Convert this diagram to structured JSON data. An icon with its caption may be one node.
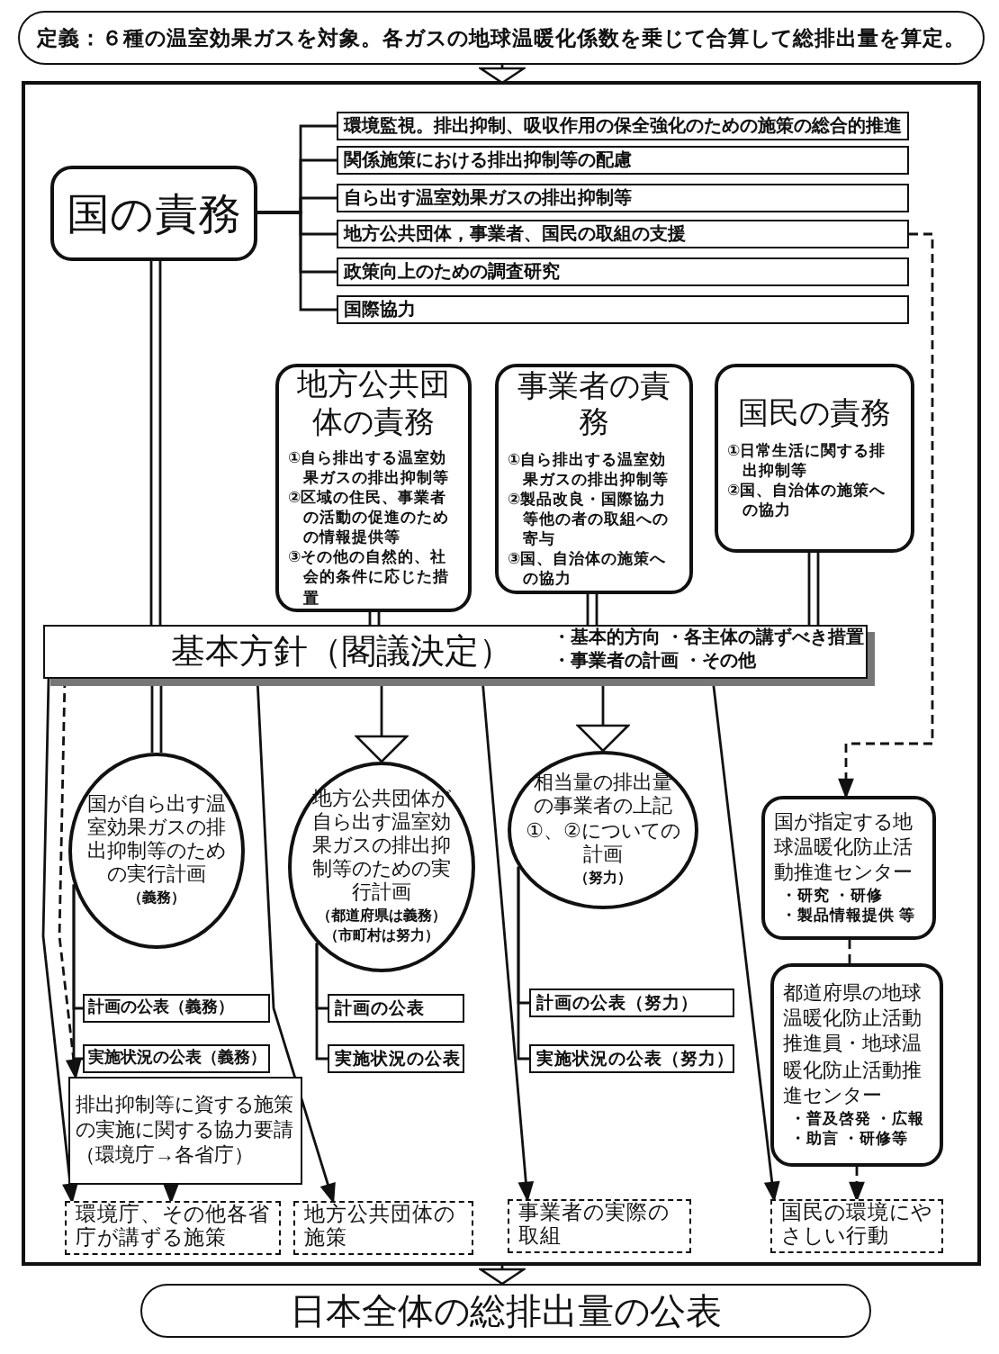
{
  "diagram": {
    "nodes": [
      {
        "text": [
          "定義：６種の温室効果ガスを対象。各ガスの地球温暖化係数を乗じて合算して総排出量を算定。"
        ]
      },
      {
        "text": [],
        "shape": "box"
      },
      {
        "text": [
          "国の責務"
        ],
        "in": 1
      },
      {
        "text": [
          "環境監視。排出抑制、吸収作用の保全強化のための施策の総合的推進"
        ],
        "in": 1
      },
      {
        "text": [
          "関係施策における排出抑制等の配慮"
        ],
        "in": 1
      },
      {
        "text": [
          "自ら出す温室効果ガスの排出抑制等"
        ],
        "in": 1
      },
      {
        "text": [
          "地方公共団体，事業者、国民の取組の支援"
        ],
        "in": 1
      },
      {
        "text": [
          "政策向上のための調査研究"
        ],
        "in": 1
      },
      {
        "text": [
          "国際協力"
        ],
        "in": 1
      },
      {
        "text": [
          "地方公共団体の責務",
          "①自ら排出する温室効果ガスの排出抑制等",
          "②区域の住民、事業者の活動の促進のための情報提供等",
          "③その他の自然的、社会的条件に応じた措置"
        ],
        "in": 1
      },
      {
        "text": [
          "事業者の責務",
          "①自ら排出する温室効果ガスの排出抑制等",
          "②製品改良・国際協力等他の者の取組への寄与",
          "③国、自治体の施策への協力"
        ],
        "in": 1
      },
      {
        "text": [
          "国民の責務",
          "①日常生活に関する排出抑制等",
          "②国、自治体の施策への協力"
        ],
        "in": 1
      },
      {
        "text": [
          "基本方針（閣議決定）",
          "・基本的方向 ・各主体の講ずべき措置",
          "・事業者の計画 ・その他"
        ],
        "in": 1
      },
      {
        "text": [
          "国が自ら出す温室効果ガスの排出抑制等のための実行計画",
          "（義務）"
        ],
        "in": 1
      },
      {
        "text": [
          "地方公共団体が自ら出す温室効果ガスの排出抑制等のための実行計画",
          "（都道府県は義務）（市町村は努力）"
        ],
        "in": 1
      },
      {
        "text": [
          "相当量の排出量の事業者の上記①、②についての計画",
          "（努力）"
        ],
        "in": 1
      },
      {
        "text": [
          "国が指定する地球温暖化防止活動推進センター",
          "・研究 ・研修",
          "・製品情報提供 等"
        ],
        "in": 1
      },
      {
        "text": [
          "都道府県の地球温暖化防止活動推進員・地球温暖化防止活動推進センター",
          "・普及啓発 ・広報",
          "・助言 ・研修等"
        ],
        "in": 1
      },
      {
        "text": [
          "計画の公表（義務）"
        ],
        "in": 1
      },
      {
        "text": [
          "実施状況の公表（義務）"
        ],
        "in": 1
      },
      {
        "text": [
          "計画の公表"
        ],
        "in": 1
      },
      {
        "text": [
          "実施状況の公表"
        ],
        "in": 1
      },
      {
        "text": [
          "計画の公表（努力）"
        ],
        "in": 1
      },
      {
        "text": [
          "実施状況の公表（努力）"
        ],
        "in": 1
      },
      {
        "text": [
          "排出抑制等に資する施策の実施に関する協力要請（環境庁→各省庁）"
        ],
        "in": 1
      },
      {
        "text": [
          "環境庁、その他各省庁が講ずる施策"
        ],
        "in": 1
      },
      {
        "text": [
          "地方公共団体の施策"
        ],
        "in": 1
      },
      {
        "text": [
          "事業者の実際の取組"
        ],
        "in": 1
      },
      {
        "text": [
          "国民の環境にやさしい行動"
        ],
        "in": 1
      },
      {
        "text": [
          "日本全体の総排出量の公表"
        ]
      }
    ],
    "edges": [
      {
        "from": 0,
        "to": 1,
        "arrow": "to"
      },
      {
        "from": 2,
        "to": 3,
        "arrow": "none"
      },
      {
        "from": 2,
        "to": 4,
        "arrow": "none"
      },
      {
        "from": 2,
        "to": 5,
        "arrow": "none"
      },
      {
        "from": 2,
        "to": 6,
        "arrow": "none"
      },
      {
        "from": 2,
        "to": 7,
        "arrow": "none"
      },
      {
        "from": 2,
        "to": 8,
        "arrow": "none"
      },
      {
        "from": 2,
        "to": 12,
        "arrow": "none"
      },
      {
        "from": 9,
        "to": 12,
        "arrow": "none"
      },
      {
        "from": 10,
        "to": 12,
        "arrow": "none"
      },
      {
        "from": 11,
        "to": 12,
        "arrow": "none"
      },
      {
        "from": 6,
        "to": 16,
        "arrow": "to",
        "style": "dashed"
      },
      {
        "from": 12,
        "to": 13,
        "arrow": "none"
      },
      {
        "from": 12,
        "to": 14,
        "arrow": "to"
      },
      {
        "from": 12,
        "to": 15,
        "arrow": "to"
      },
      {
        "from": 12,
        "to": 24,
        "arrow": "to",
        "style": "dashed"
      },
      {
        "from": 12,
        "to": 25,
        "arrow": "to"
      },
      {
        "from": 12,
        "to": 26,
        "arrow": "to"
      },
      {
        "from": 12,
        "to": 27,
        "arrow": "to"
      },
      {
        "from": 12,
        "to": 28,
        "arrow": "to"
      },
      {
        "from": 13,
        "to": 18,
        "arrow": "none"
      },
      {
        "from": 13,
        "to": 19,
        "arrow": "none"
      },
      {
        "from": 14,
        "to": 20,
        "arrow": "none"
      },
      {
        "from": 14,
        "to": 21,
        "arrow": "none"
      },
      {
        "from": 15,
        "to": 22,
        "arrow": "none"
      },
      {
        "from": 15,
        "to": 23,
        "arrow": "none"
      },
      {
        "from": 16,
        "to": 17,
        "arrow": "none",
        "style": "dashed"
      },
      {
        "from": 17,
        "to": 28,
        "arrow": "to",
        "style": "dashed"
      },
      {
        "from": 24,
        "to": 25,
        "arrow": "to",
        "style": "dashed"
      },
      {
        "from": 1,
        "to": 29,
        "arrow": "to"
      }
    ]
  }
}
